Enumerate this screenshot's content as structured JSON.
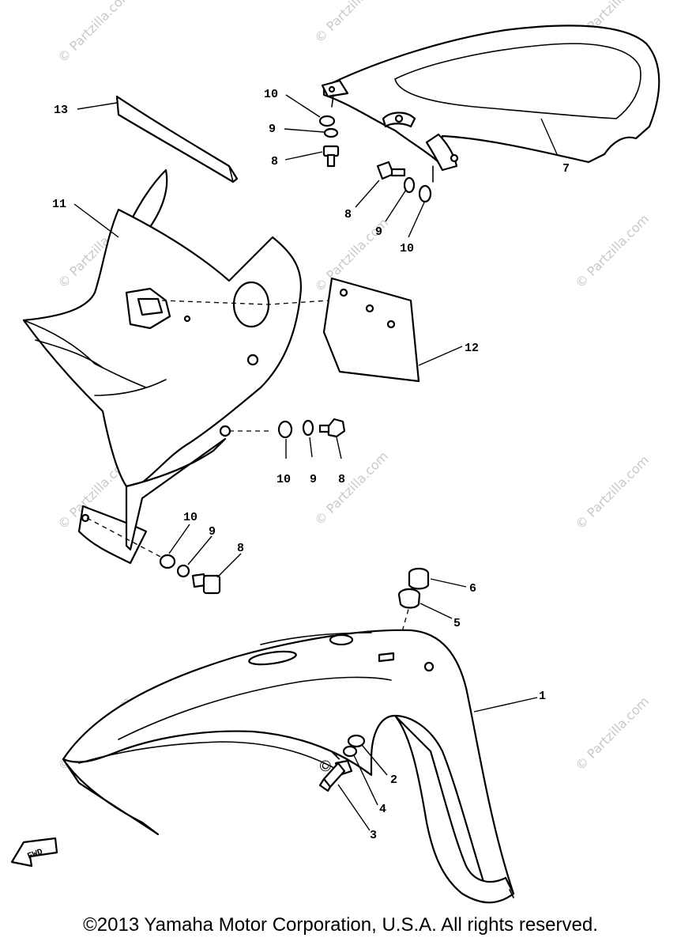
{
  "diagram": {
    "labels": {
      "p1": "1",
      "p2": "2",
      "p3": "3",
      "p4": "4",
      "p5": "5",
      "p6": "6",
      "p7": "7",
      "p8a": "8",
      "p8b": "8",
      "p8c": "8",
      "p8d": "8",
      "p9a": "9",
      "p9b": "9",
      "p9c": "9",
      "p9d": "9",
      "p10a": "10",
      "p10b": "10",
      "p10c": "10",
      "p10d": "10",
      "p11": "11",
      "p12": "12",
      "p13": "13"
    },
    "fwd_label": "FWD",
    "watermark": "© Partzilla.com",
    "copyright": "©2013 Yamaha Motor Corporation, U.S.A. All rights reserved."
  }
}
